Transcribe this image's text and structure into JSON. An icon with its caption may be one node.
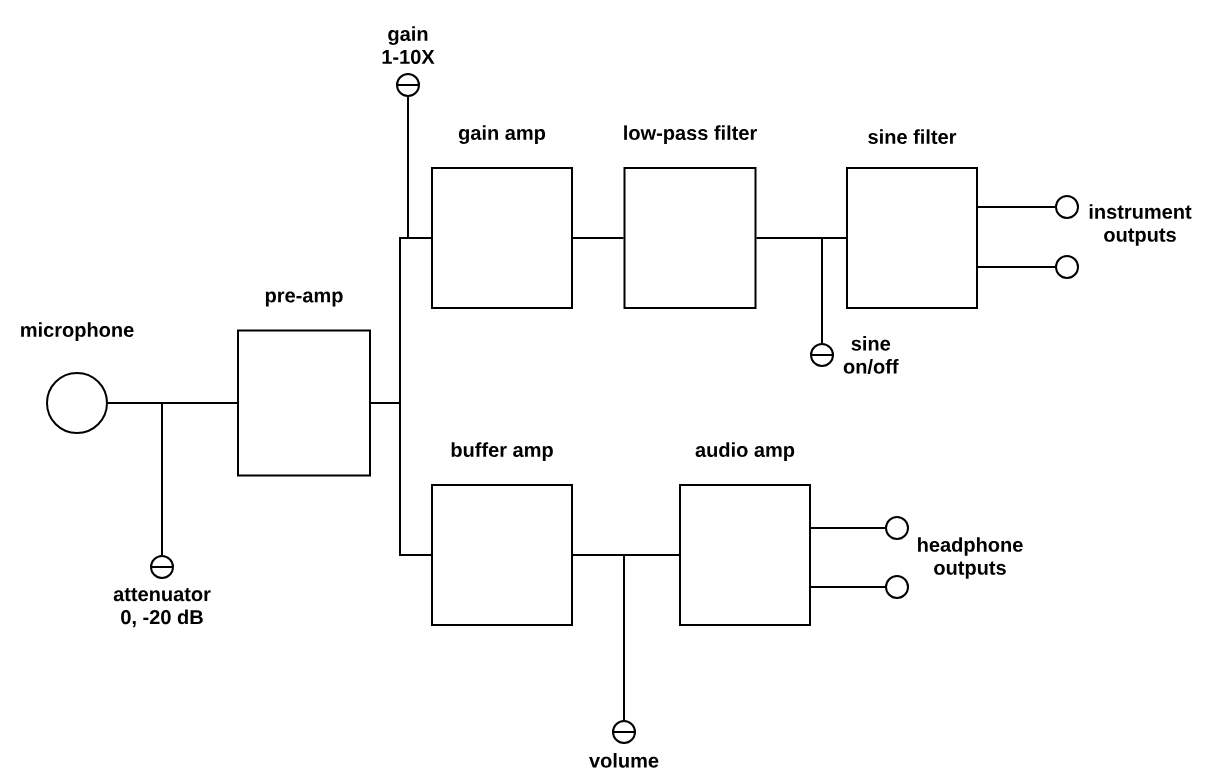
{
  "diagram": {
    "nodes": [
      {
        "text": [
          "microphone"
        ]
      },
      {
        "text": [
          "pre-amp"
        ]
      },
      {
        "text": [
          "gain amp"
        ]
      },
      {
        "text": [
          "low-pass filter"
        ]
      },
      {
        "text": [
          "sine filter"
        ]
      },
      {
        "text": [
          "buffer amp"
        ]
      },
      {
        "text": [
          "audio amp"
        ]
      },
      {
        "text": [
          "attenuator",
          "0, -20 dB"
        ]
      },
      {
        "text": [
          "gain",
          "1-10X"
        ]
      },
      {
        "text": [
          "sine",
          "on/off"
        ]
      },
      {
        "text": [
          "volume"
        ]
      },
      {
        "text": [],
        "shape": "circle"
      },
      {
        "text": [],
        "shape": "circle"
      },
      {
        "text": [],
        "shape": "circle"
      },
      {
        "text": [],
        "shape": "circle"
      }
    ],
    "edges": [
      {
        "from": 0,
        "to": 1,
        "arrow": "none"
      },
      {
        "from": 7,
        "to": 1,
        "arrow": "none"
      },
      {
        "from": 1,
        "to": 2,
        "arrow": "none"
      },
      {
        "from": 1,
        "to": 5,
        "arrow": "none"
      },
      {
        "from": 8,
        "to": 2,
        "arrow": "none"
      },
      {
        "from": 2,
        "to": 3,
        "arrow": "none"
      },
      {
        "from": 3,
        "to": 4,
        "arrow": "none"
      },
      {
        "from": 9,
        "to": 4,
        "arrow": "none"
      },
      {
        "from": 4,
        "to": 11,
        "arrow": "none"
      },
      {
        "from": 4,
        "to": 12,
        "arrow": "none"
      },
      {
        "from": 5,
        "to": 6,
        "arrow": "none"
      },
      {
        "from": 10,
        "to": 6,
        "arrow": "none"
      },
      {
        "from": 6,
        "to": 13,
        "arrow": "none"
      },
      {
        "from": 6,
        "to": 14,
        "arrow": "none"
      }
    ],
    "labels": [
      "instrument outputs",
      "headphone outputs"
    ]
  }
}
